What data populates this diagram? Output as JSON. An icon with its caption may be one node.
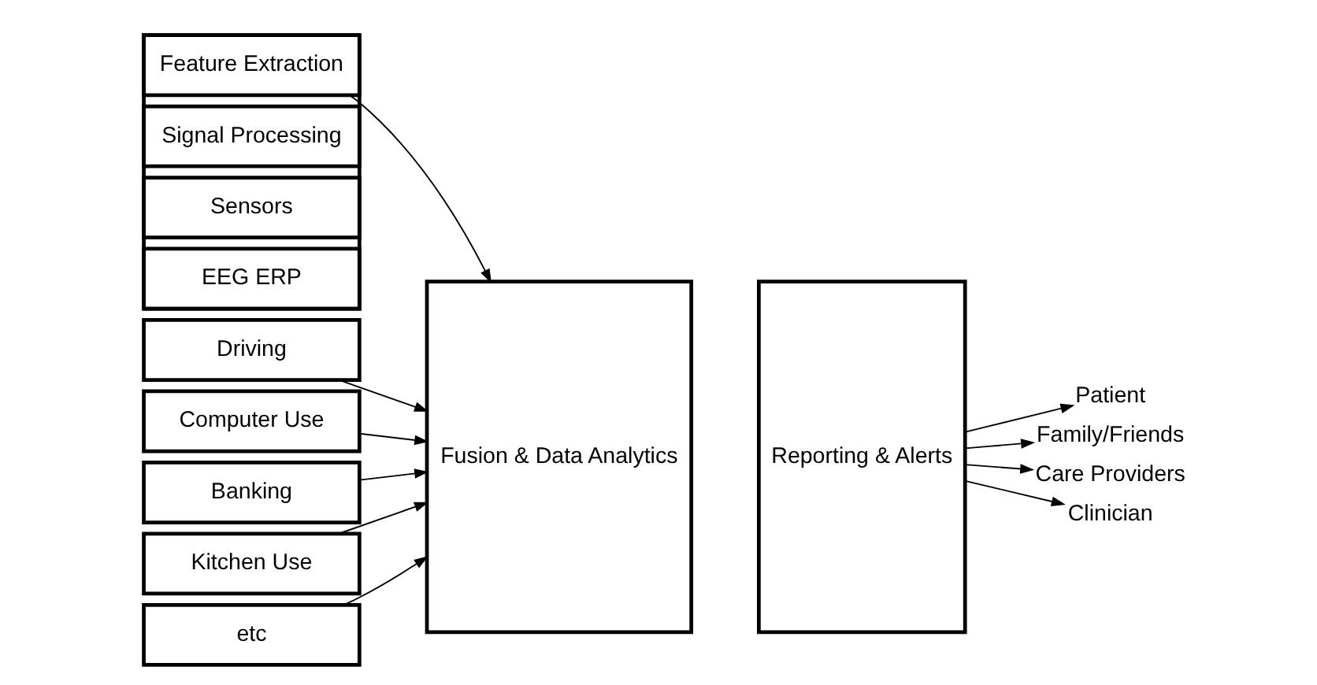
{
  "diagram": {
    "nodes": [
      {
        "text": [],
        "shape": "box"
      },
      {
        "text": [
          "Feature Extraction"
        ],
        "in": 0
      },
      {
        "text": [
          "Signal Processing"
        ],
        "in": 0
      },
      {
        "text": [
          "Sensors"
        ],
        "in": 0
      },
      {
        "text": [
          "EEG ERP"
        ],
        "in": 0
      },
      {
        "text": [
          "Driving"
        ]
      },
      {
        "text": [
          "Computer Use"
        ]
      },
      {
        "text": [
          "Banking"
        ]
      },
      {
        "text": [
          "Kitchen Use"
        ]
      },
      {
        "text": [
          "etc"
        ]
      },
      {
        "text": [
          "Fusion & Data Analytics"
        ]
      },
      {
        "text": [
          "Reporting & Alerts"
        ]
      },
      {
        "text": [
          "Patient"
        ]
      },
      {
        "text": [
          "Family/Friends"
        ]
      },
      {
        "text": [
          "Care Providers"
        ]
      },
      {
        "text": [
          "Clinician"
        ]
      }
    ],
    "edges": [
      {
        "from": 1,
        "to": 10,
        "arrow": "to"
      },
      {
        "from": 5,
        "to": 10,
        "arrow": "to"
      },
      {
        "from": 6,
        "to": 10,
        "arrow": "to"
      },
      {
        "from": 7,
        "to": 10,
        "arrow": "to"
      },
      {
        "from": 8,
        "to": 10,
        "arrow": "to"
      },
      {
        "from": 9,
        "to": 10,
        "arrow": "to"
      },
      {
        "from": 11,
        "to": 12,
        "arrow": "to"
      },
      {
        "from": 11,
        "to": 13,
        "arrow": "to"
      },
      {
        "from": 11,
        "to": 14,
        "arrow": "to"
      },
      {
        "from": 11,
        "to": 15,
        "arrow": "to"
      }
    ]
  }
}
